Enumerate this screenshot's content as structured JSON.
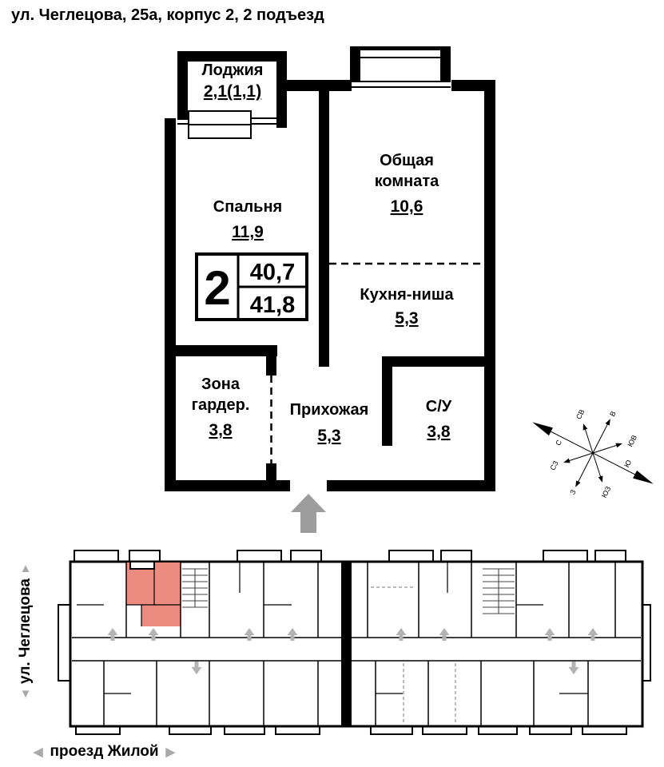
{
  "title": "ул. Чеглецова, 25а, корпус 2, 2 подъезд",
  "apartment": {
    "badge": {
      "rooms": "2",
      "area_top": "40,7",
      "area_bottom": "41,8"
    },
    "rooms": {
      "loggia": {
        "name": "Лоджия",
        "area": "2,1(1,1)"
      },
      "bedroom": {
        "name": "Спальня",
        "area": "11,9"
      },
      "living": {
        "name_line1": "Общая",
        "name_line2": "комната",
        "area": "10,6"
      },
      "kitchen": {
        "name": "Кухня-ниша",
        "area": "5,3"
      },
      "wardrobe": {
        "name_line1": "Зона",
        "name_line2": "гардер.",
        "area": "3,8"
      },
      "hallway": {
        "name": "Прихожая",
        "area": "5,3"
      },
      "bathroom": {
        "name": "С/У",
        "area": "3,8"
      }
    }
  },
  "compass": {
    "n": "С",
    "ne": "СВ",
    "e": "В",
    "se": "ЮВ",
    "s": "Ю",
    "sw": "ЮЗ",
    "w": "З",
    "nw": "СЗ"
  },
  "streets": {
    "left": "ул. Чеглецова",
    "bottom": "проезд Жилой"
  },
  "icons": {
    "arrow_up": "▲",
    "arrow_down": "▼",
    "arrow_left": "◀",
    "arrow_right": "▶"
  },
  "colors": {
    "highlight": "#ec8b7f",
    "entry_arrow": "#9d9d9d",
    "street_arrow": "#a9a9a9"
  }
}
